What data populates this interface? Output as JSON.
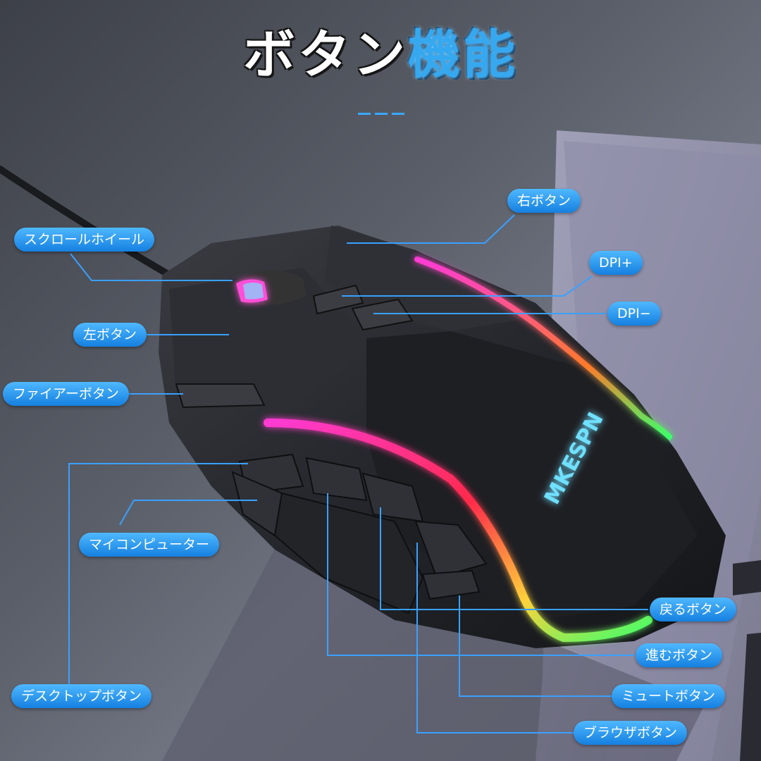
{
  "header": {
    "title_white": "ボタン",
    "title_blue": "機能"
  },
  "brand": {
    "logo_text": "MKESPN"
  },
  "labels": {
    "right": "右ボタン",
    "scroll": "スクロールホイール",
    "dpi_plus": "DPI+",
    "dpi_minus": "DPI−",
    "left": "左ボタン",
    "fire": "ファイアーボタン",
    "computer": "マイコンピューター",
    "back": "戻るボタン",
    "forward": "進むボタン",
    "mute": "ミュートボタン",
    "desktop": "デスクトップボタン",
    "browser": "ブラウザボタン"
  },
  "colors": {
    "label_top": "#4fb8ff",
    "label_bottom": "#1580e0",
    "leader_line": "#3aa0ff",
    "accent": "#35a8f0"
  }
}
